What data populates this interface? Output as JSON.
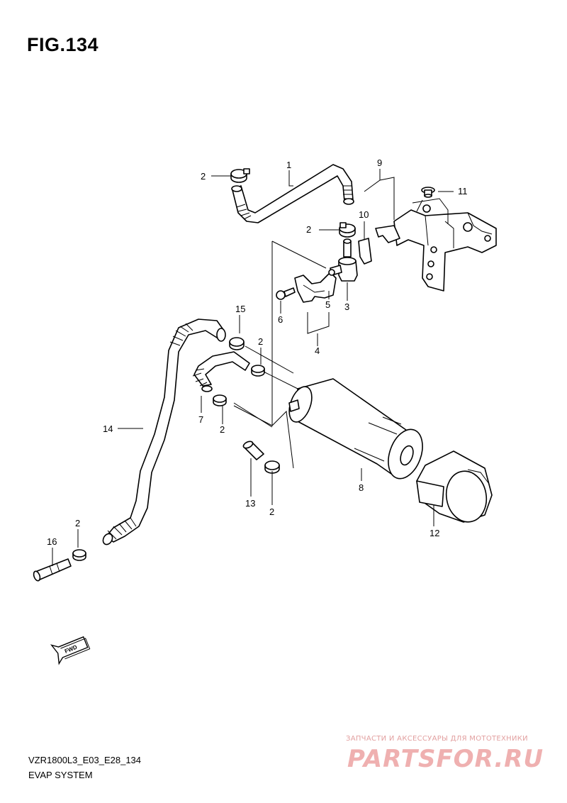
{
  "figure": {
    "title": "FIG.134",
    "code": "VZR1800L3_E03_E28_134",
    "name": "EVAP SYSTEM"
  },
  "callouts": {
    "c1": "1",
    "c2a": "2",
    "c2b": "2",
    "c2c": "2",
    "c2d": "2",
    "c2e": "2",
    "c2f": "2",
    "c3": "3",
    "c4": "4",
    "c5": "5",
    "c6": "6",
    "c7": "7",
    "c8": "8",
    "c9": "9",
    "c10": "10",
    "c11": "11",
    "c12": "12",
    "c13": "13",
    "c14": "14",
    "c15": "15",
    "c16": "16"
  },
  "direction_badge": "FWD",
  "watermark": {
    "tagline": "ЗАПЧАСТИ И АКСЕССУАРЫ ДЛЯ МОТОТЕХНИКИ",
    "brand": "PARTSFOR.RU"
  }
}
